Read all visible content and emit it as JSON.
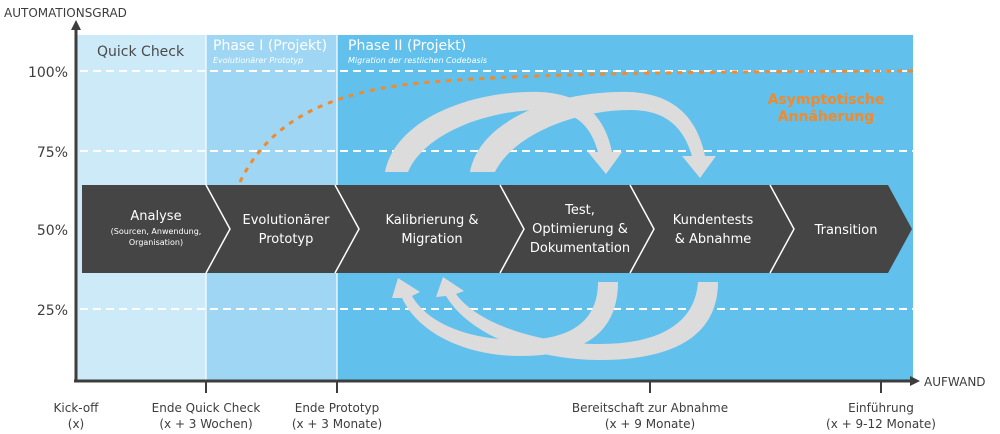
{
  "axes": {
    "y_title": "AUTOMATIONSGRAD",
    "x_title": "AUFWAND",
    "y_ticks": [
      "100%",
      "75%",
      "50%",
      "25%"
    ]
  },
  "phases": [
    {
      "title": "Quick Check",
      "subtitle": ""
    },
    {
      "title": "Phase I (Projekt)",
      "subtitle": "Evolutionärer Prototyp"
    },
    {
      "title": "Phase II (Projekt)",
      "subtitle": "Migration der restlichen Codebasis"
    }
  ],
  "curve_label": [
    "Asymptotische",
    "Annäherung"
  ],
  "steps": [
    {
      "lines": [
        "Analyse"
      ],
      "sub": [
        "(Sourcen, Anwendung,",
        "Organisation)"
      ]
    },
    {
      "lines": [
        "Evolutionärer",
        "Prototyp"
      ],
      "sub": []
    },
    {
      "lines": [
        "Kalibrierung &",
        "Migration"
      ],
      "sub": []
    },
    {
      "lines": [
        "Test,",
        "Optimierung &",
        "Dokumentation"
      ],
      "sub": []
    },
    {
      "lines": [
        "Kundentests",
        "& Abnahme"
      ],
      "sub": []
    },
    {
      "lines": [
        "Transition"
      ],
      "sub": []
    }
  ],
  "milestones": [
    {
      "line1": "Kick-off",
      "line2": "(x)"
    },
    {
      "line1": "Ende Quick Check",
      "line2": "(x + 3 Wochen)"
    },
    {
      "line1": "Ende Prototyp",
      "line2": "(x + 3 Monate)"
    },
    {
      "line1": "Bereitschaft zur Abnahme",
      "line2": "(x + 9 Monate)"
    },
    {
      "line1": "Einführung",
      "line2": "(x + 9-12 Monate)"
    }
  ],
  "colors": {
    "quick_check_bg": "#cdeaf8",
    "phase1_bg": "#9fd6f3",
    "phase2_bg": "#62c0ec",
    "step_fill": "#454545",
    "cycle_arrow": "#dcdcdc",
    "curve": "#f08a2c",
    "axis": "#3d3d3d"
  }
}
